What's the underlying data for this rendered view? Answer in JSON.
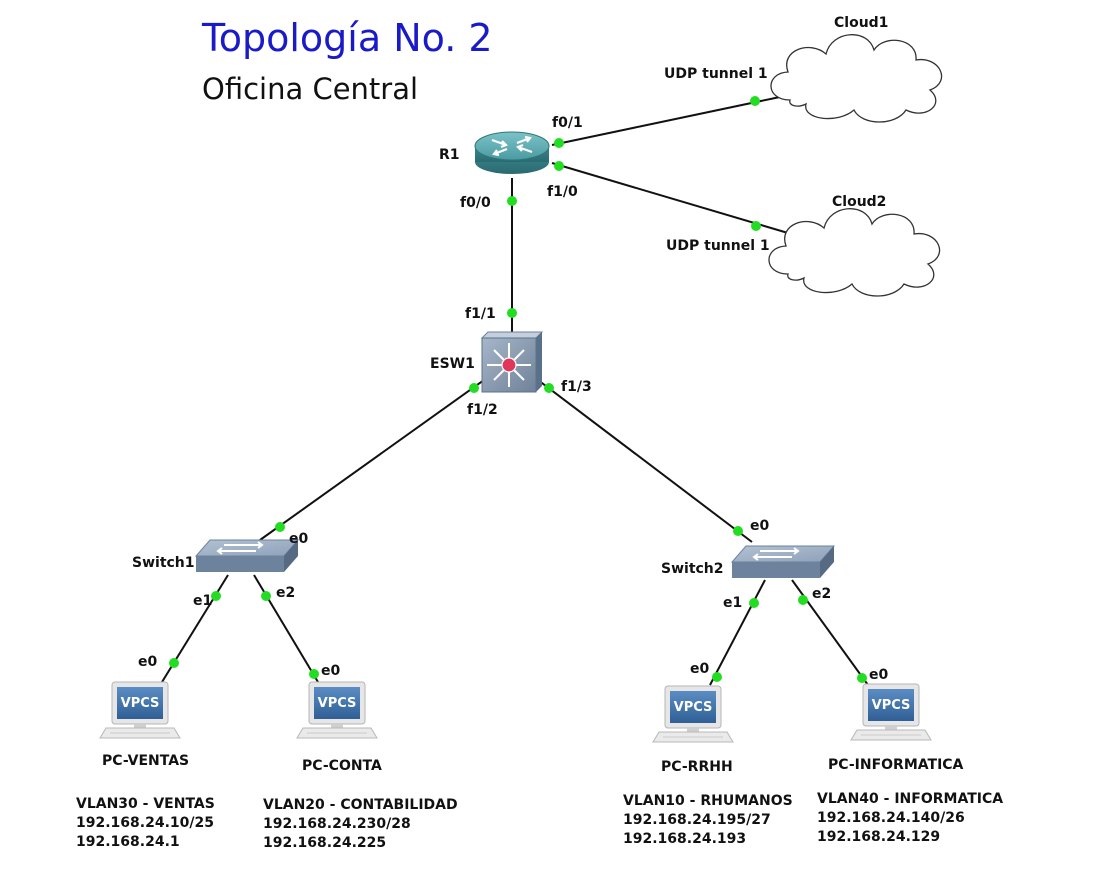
{
  "title": "Topología No. 2",
  "subtitle": "Oficina Central",
  "devices": {
    "cloud1": "Cloud1",
    "cloud2": "Cloud2",
    "r1": "R1",
    "esw1": "ESW1",
    "switch1": "Switch1",
    "switch2": "Switch2",
    "pc_ventas": "PC-VENTAS",
    "pc_conta": "PC-CONTA",
    "pc_rrhh": "PC-RRHH",
    "pc_informatica": "PC-INFORMATICA",
    "vpcs_badge": "VPCS"
  },
  "ports": {
    "cloud1_udp": "UDP tunnel 1",
    "cloud2_udp": "UDP tunnel 1",
    "r1_f0_1": "f0/1",
    "r1_f1_0": "f1/0",
    "r1_f0_0": "f0/0",
    "esw1_f1_1": "f1/1",
    "esw1_f1_2": "f1/2",
    "esw1_f1_3": "f1/3",
    "sw1_e0": "e0",
    "sw1_e1": "e1",
    "sw1_e2": "e2",
    "sw2_e0": "e0",
    "sw2_e1": "e1",
    "sw2_e2": "e2",
    "ventas_e0": "e0",
    "conta_e0": "e0",
    "rrhh_e0": "e0",
    "informatica_e0": "e0"
  },
  "vlans": {
    "ventas": {
      "name": "VLAN30 - VENTAS",
      "ip": "192.168.24.10/25",
      "gateway": "192.168.24.1"
    },
    "conta": {
      "name": "VLAN20 - CONTABILIDAD",
      "ip": "192.168.24.230/28",
      "gateway": "192.168.24.225"
    },
    "rrhh": {
      "name": "VLAN10 - RHUMANOS",
      "ip": "192.168.24.195/27",
      "gateway": "192.168.24.193"
    },
    "informatica": {
      "name": "VLAN40 - INFORMATICA",
      "ip": "192.168.24.140/26",
      "gateway": "192.168.24.129"
    }
  },
  "colors": {
    "title": "#1a1ac8",
    "link": "#111111",
    "port_dot": "#22dd22",
    "router": "#3f8f95",
    "switch": "#7f93ad",
    "vpcs_screen": "#3d6fa5"
  }
}
